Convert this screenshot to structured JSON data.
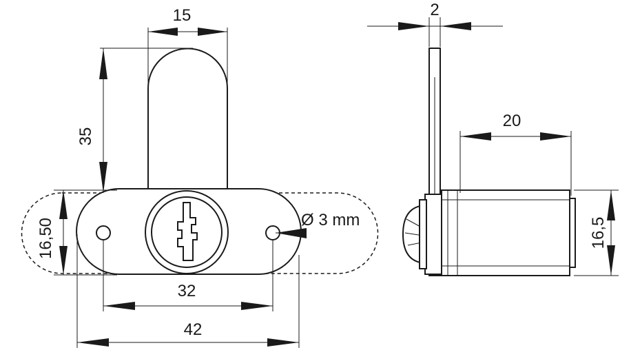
{
  "dimensions": {
    "width_top": "15",
    "height": "35",
    "plate_height": "16,50",
    "hole_spacing": "32",
    "plate_width": "42",
    "hole_diameter": "Ø 3 mm",
    "thickness": "2",
    "body_length": "20",
    "body_diameter": "16,5"
  }
}
